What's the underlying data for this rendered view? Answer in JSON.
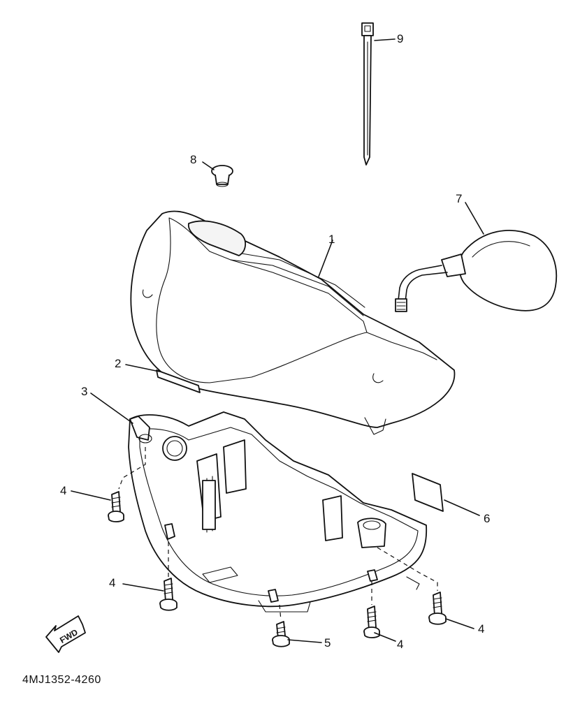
{
  "diagram": {
    "labels": {
      "p1": "1",
      "p2": "2",
      "p3": "3",
      "p4a": "4",
      "p4b": "4",
      "p4c": "4",
      "p4d": "4",
      "p5": "5",
      "p6": "6",
      "p7": "7",
      "p8": "8",
      "p9": "9"
    },
    "fwd_badge": "FWD",
    "diagram_code": "4MJ1352-4260"
  }
}
